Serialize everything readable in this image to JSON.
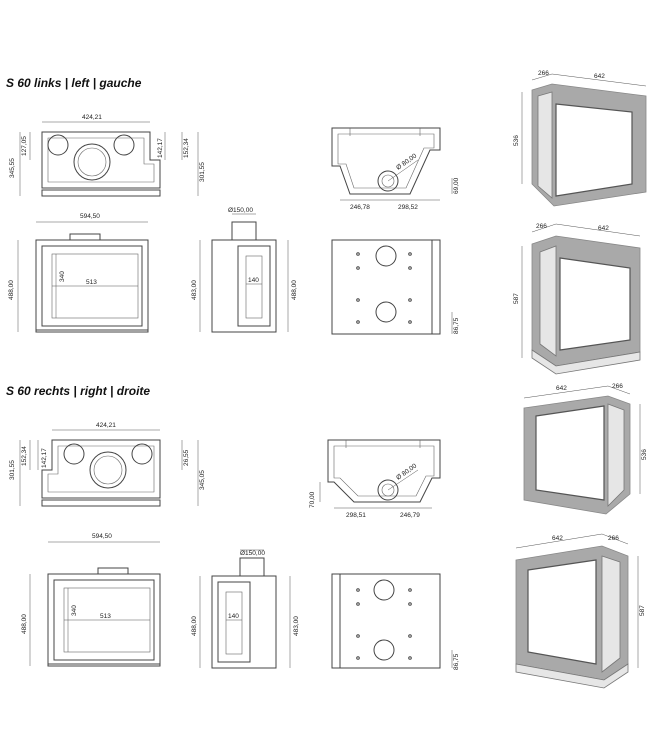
{
  "headings": {
    "left": "S 60 links | left | gauche",
    "right": "S 60 rechts | right | droite"
  },
  "dims": {
    "d424": "424,21",
    "d345_55": "345,55",
    "d127": "127,05",
    "d142": "142,17",
    "d152": "152,34",
    "d301": "301,55",
    "d594": "594,50",
    "d488": "488,00",
    "d340": "340",
    "d513": "513",
    "d150": "Ø150,00",
    "d483": "483,00",
    "d140": "140",
    "d80": "Ø 80,00",
    "d69": "69,00",
    "d246_78": "246,78",
    "d298_52": "298,52",
    "d86": "86,75",
    "d266": "266",
    "d642": "642",
    "d536": "536",
    "d587": "587",
    "d26": "26,55",
    "d345_05": "345,05",
    "d70": "70,00",
    "d298_51": "298,51",
    "d246_79": "246,79"
  }
}
